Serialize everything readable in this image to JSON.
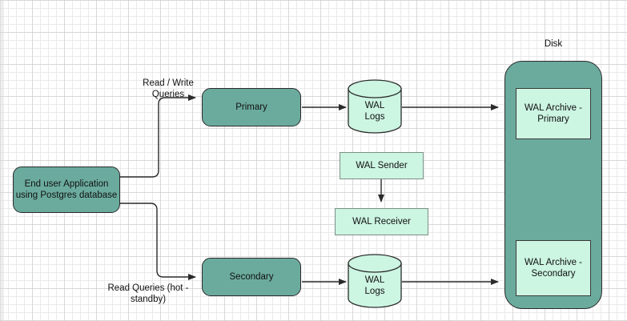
{
  "diagram": {
    "title_label": "Disk",
    "type": "architecture-flow",
    "colors": {
      "node_teal": "#6bab9e",
      "node_mint": "#ccf5e2",
      "stroke_dark": "#2b2b2b",
      "stroke_gray": "#7a8f86",
      "grid_minor": "#e8e8e8",
      "grid_major": "#c8c8c8",
      "background": "#ffffff"
    },
    "nodes": {
      "client": {
        "label": "End user Application\nusing Postgres database"
      },
      "primary": {
        "label": "Primary"
      },
      "secondary": {
        "label": "Secondary"
      },
      "wal_logs_primary": {
        "label": "WAL\nLogs"
      },
      "wal_logs_secondary": {
        "label": "WAL\nLogs"
      },
      "wal_sender": {
        "label": "WAL Sender"
      },
      "wal_receiver": {
        "label": "WAL Receiver"
      },
      "disk": {
        "label": "Disk"
      },
      "wal_archive_primary": {
        "label": "WAL Archive -\nPrimary"
      },
      "wal_archive_secondary": {
        "label": "WAL Archive -\nSecondary"
      }
    },
    "edge_labels": {
      "read_write": "Read / Write\nQueries",
      "read_only": "Read Queries (hot -\nstandby)"
    }
  }
}
